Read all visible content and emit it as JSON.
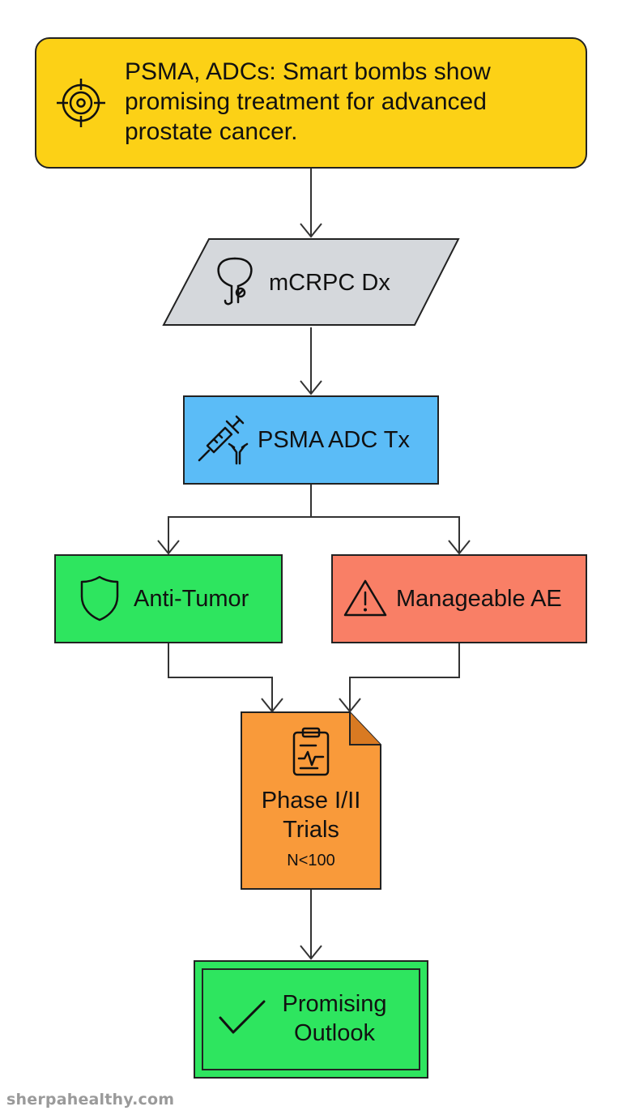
{
  "nodes": {
    "headline": {
      "text": "PSMA, ADCs: Smart bombs show promising treatment for advanced prostate cancer.",
      "icon": "target-icon",
      "color": "#fcd116"
    },
    "diagnosis": {
      "text": "mCRPC Dx",
      "icon": "prostate-icon",
      "color": "#d5d8dc"
    },
    "treatment": {
      "text": "PSMA ADC Tx",
      "icon": "syringe-antibody-icon",
      "color": "#5bbcf7"
    },
    "efficacy": {
      "text": "Anti-Tumor",
      "icon": "shield-icon",
      "color": "#2ee55f"
    },
    "safety": {
      "text": "Manageable AE",
      "icon": "warning-icon",
      "color": "#f97f66"
    },
    "trials": {
      "line1": "Phase I/II",
      "line2": "Trials",
      "subtext": "N<100",
      "icon": "clipboard-icon",
      "color": "#f99a3a"
    },
    "outcome": {
      "line1": "Promising",
      "line2": "Outlook",
      "icon": "checkmark-icon",
      "color": "#2ee55f"
    }
  },
  "watermark": "sherpahealthy.com"
}
